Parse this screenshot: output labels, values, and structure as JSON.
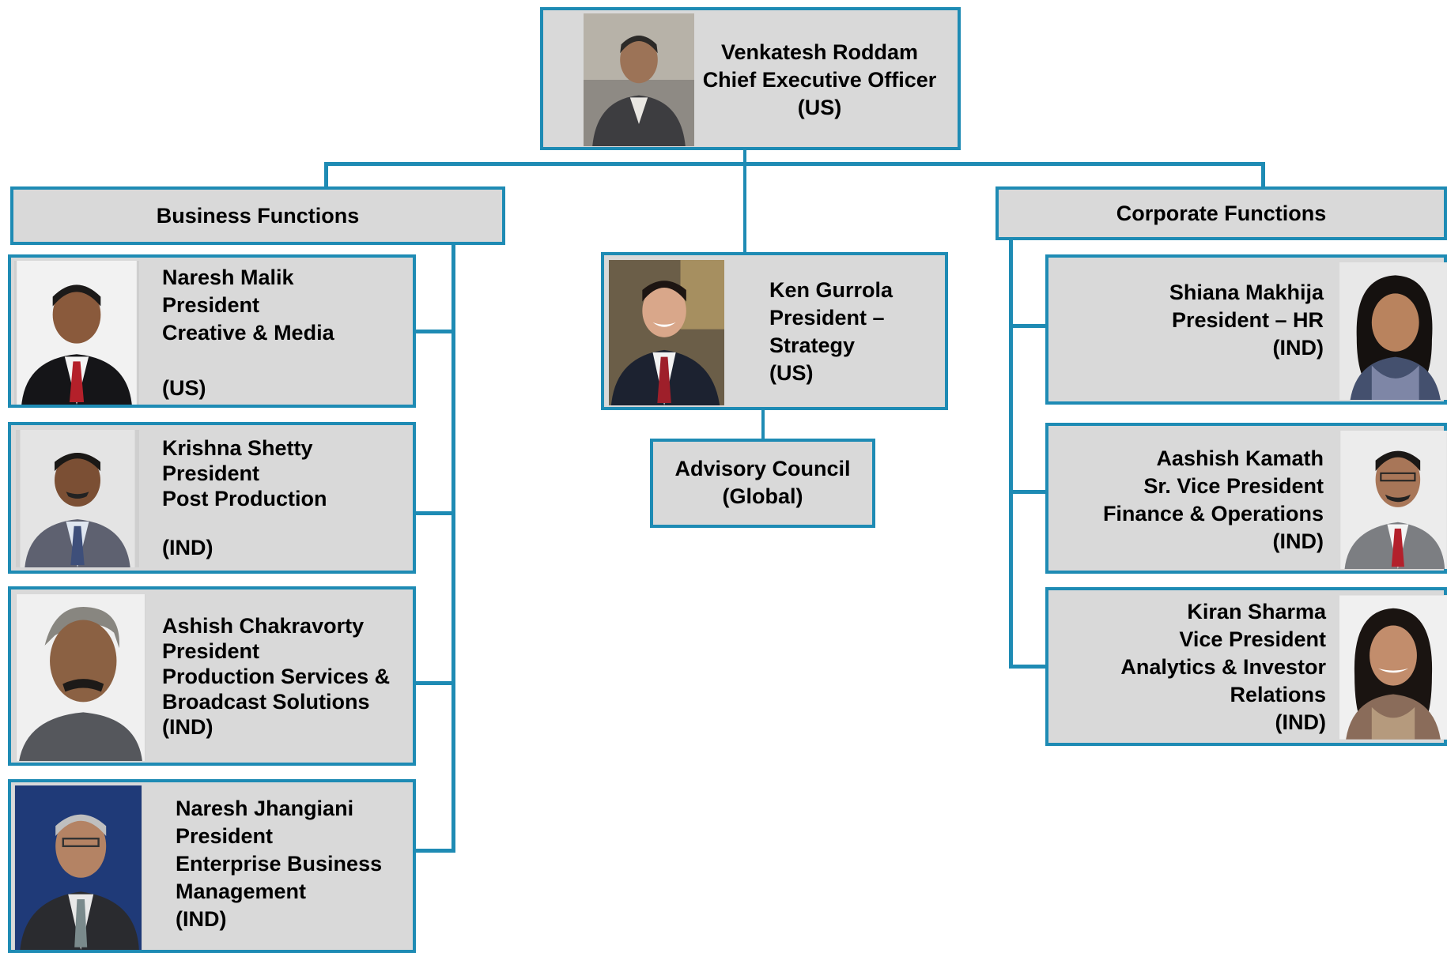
{
  "ceo": {
    "name": "Venkatesh Roddam",
    "title": "Chief Executive Officer",
    "location": "(US)"
  },
  "business": {
    "header": "Business Functions",
    "people": [
      {
        "name": "Naresh Malik",
        "title": "President",
        "dept": "Creative & Media",
        "location": "(US)"
      },
      {
        "name": "Krishna Shetty",
        "title": "President",
        "dept": "Post Production",
        "location": "(IND)"
      },
      {
        "name": "Ashish Chakravorty",
        "title": "President",
        "dept": "Production Services &",
        "dept2": "Broadcast Solutions",
        "location": "(IND)"
      },
      {
        "name": "Naresh Jhangiani",
        "title": "President",
        "dept": "Enterprise Business",
        "dept2": "Management",
        "location": "(IND)"
      }
    ]
  },
  "strategy": {
    "name": "Ken Gurrola",
    "title": "President –",
    "dept": "Strategy",
    "location": "(US)"
  },
  "advisory": {
    "name": "Advisory Council",
    "location": "(Global)"
  },
  "corporate": {
    "header": "Corporate Functions",
    "people": [
      {
        "name": "Shiana Makhija",
        "title": "President – HR",
        "location": "(IND)"
      },
      {
        "name": "Aashish Kamath",
        "title": "Sr. Vice President",
        "dept": "Finance & Operations",
        "location": "(IND)"
      },
      {
        "name": "Kiran  Sharma",
        "title": "Vice President",
        "dept": "Analytics  & Investor",
        "dept2": "Relations",
        "location": "(IND)"
      }
    ]
  },
  "colors": {
    "border": "#1e8bb4",
    "box": "#d9d9d9"
  }
}
